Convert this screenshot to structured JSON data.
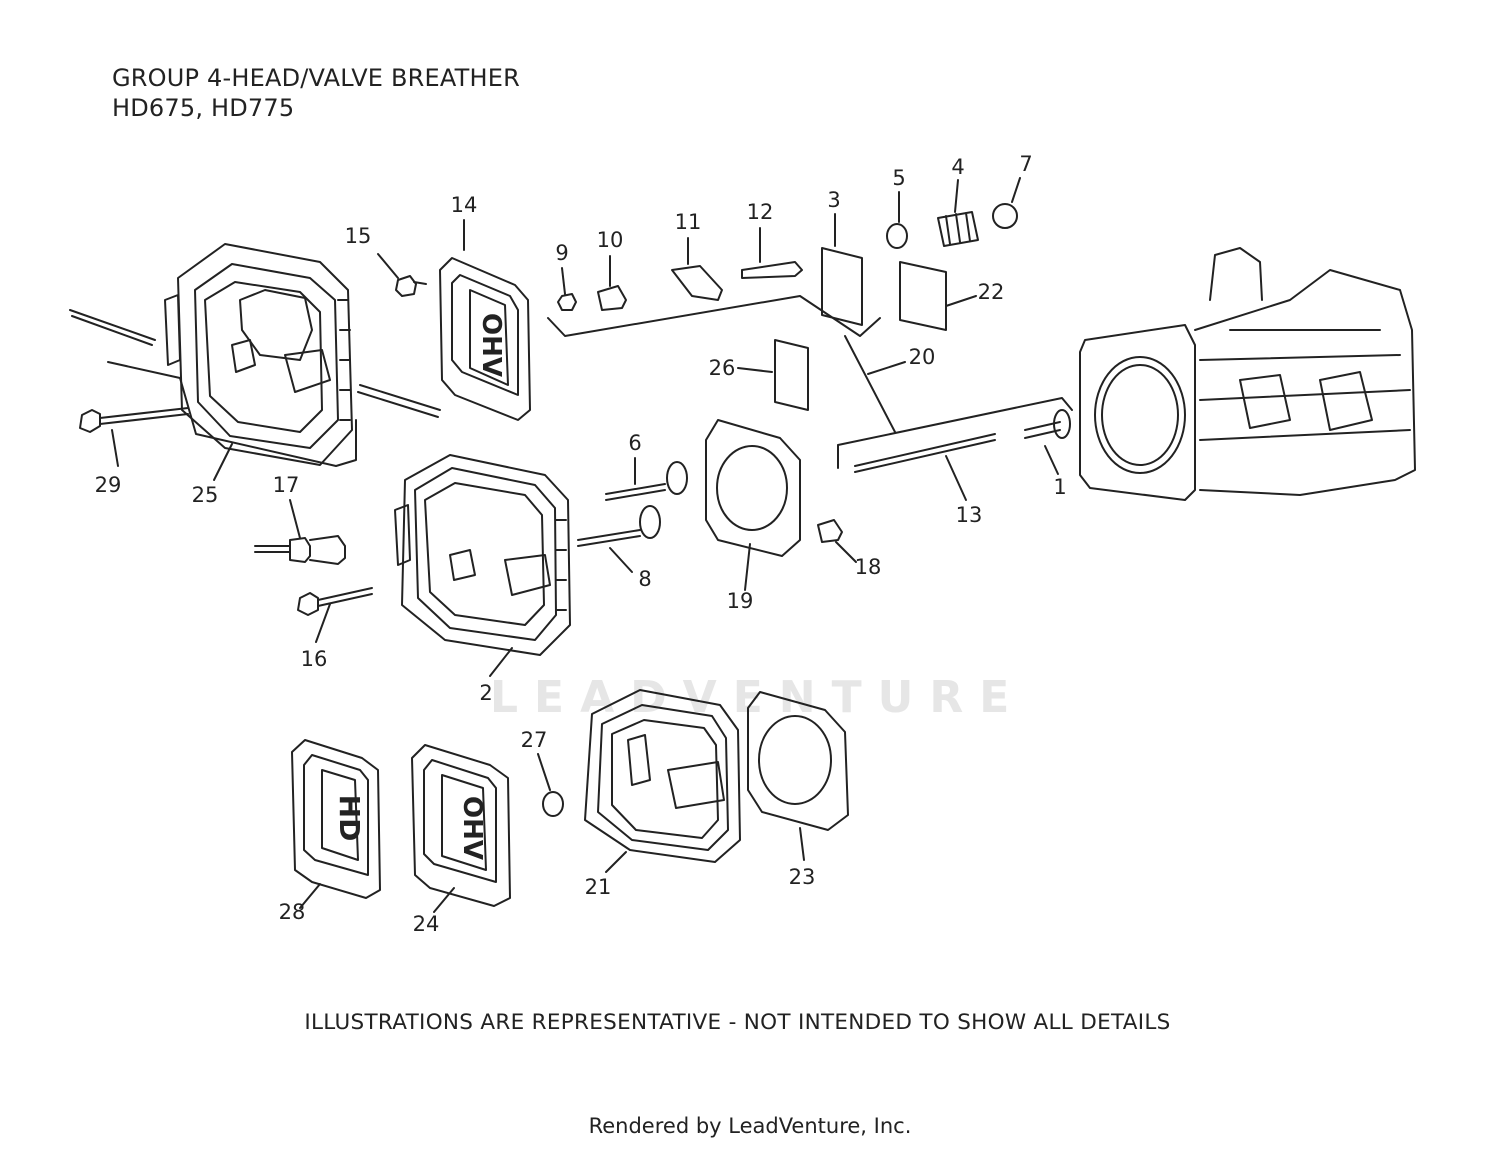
{
  "header": {
    "title_line1": "GROUP 4-HEAD/VALVE BREATHER",
    "title_line2": "HD675, HD775"
  },
  "watermark": {
    "text": "LEADVENTURE"
  },
  "cover_markings": {
    "ohv": "OHV",
    "hd": "HD"
  },
  "callouts": [
    "1",
    "2",
    "3",
    "4",
    "5",
    "6",
    "7",
    "8",
    "9",
    "10",
    "11",
    "12",
    "13",
    "14",
    "15",
    "16",
    "17",
    "18",
    "19",
    "20",
    "21",
    "22",
    "23",
    "24",
    "25",
    "26",
    "27",
    "28",
    "29"
  ],
  "disclaimer": "ILLUSTRATIONS ARE REPRESENTATIVE - NOT INTENDED TO SHOW ALL DETAILS",
  "footer": "Rendered by LeadVenture, Inc.",
  "colors": {
    "ink": "#222222",
    "watermark": "#e6e6e6",
    "background": "#ffffff"
  }
}
